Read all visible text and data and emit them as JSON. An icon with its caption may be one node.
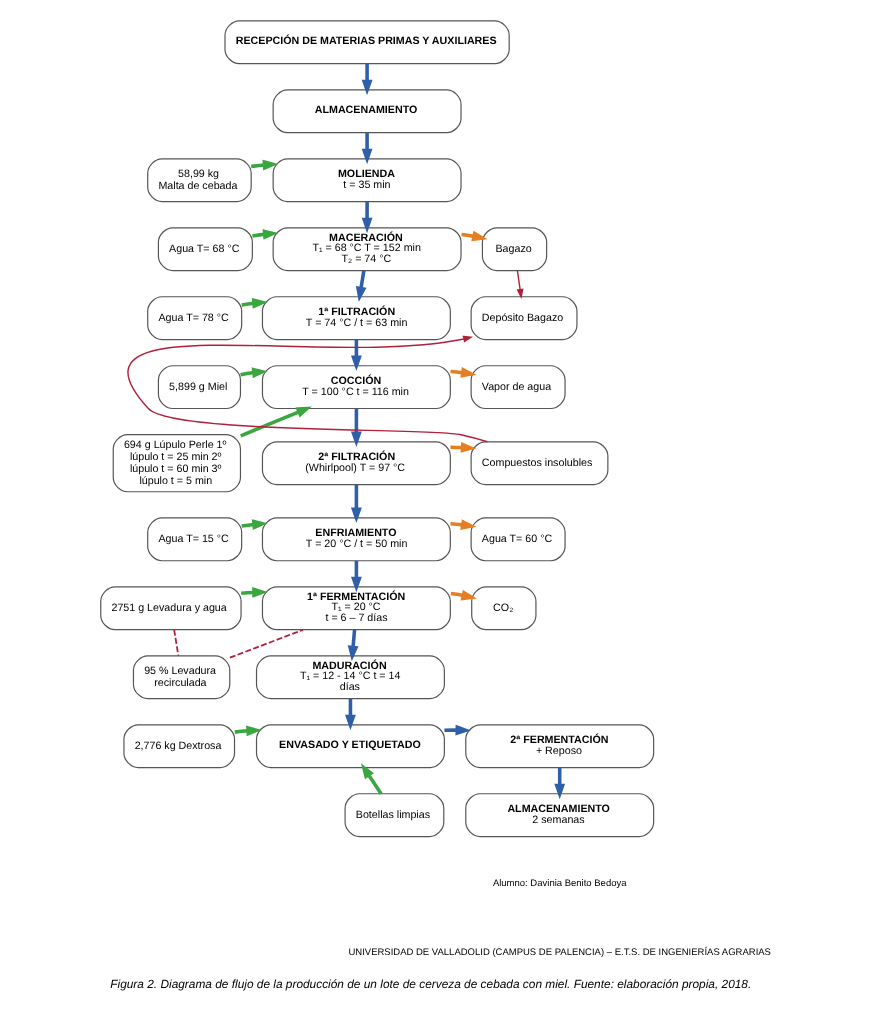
{
  "diagram": {
    "caption": "Figura 2. Diagrama de flujo de la producción de un lote de cerveza de cebada con miel. Fuente: elaboración propia, 2018.",
    "nodes": [
      {
        "text": [
          "RECEPCIÓN DE MATERIAS PRIMAS Y AUXILIARES"
        ]
      },
      {
        "text": [
          "ALMACENAMIENTO"
        ]
      },
      {
        "text": [
          "58,99 kg",
          "Malta de cebada"
        ]
      },
      {
        "text": [
          "MOLIENDA",
          "t = 35 min"
        ]
      },
      {
        "text": [
          "Agua T= 68 °C"
        ]
      },
      {
        "text": [
          "MACERACIÓN",
          "T₁ = 68 °C T = 152 min T₂ = 74 °C"
        ]
      },
      {
        "text": [
          "Bagazo"
        ]
      },
      {
        "text": [
          "Depósito Bagazo"
        ]
      },
      {
        "text": [
          "Agua T= 78 °C"
        ]
      },
      {
        "text": [
          "1ª FILTRACIÓN",
          "T = 74 °C / t = 63 min"
        ]
      },
      {
        "text": [
          "5,899 g Miel"
        ]
      },
      {
        "text": [
          "COCCIÓN",
          "T = 100 °C t = 116 min"
        ]
      },
      {
        "text": [
          "Vapor de agua"
        ]
      },
      {
        "text": [
          "694 g Lúpulo Perle 1º lúpulo t = 25 min 2º lúpulo t = 60 min 3º lúpulo t = 5 min"
        ]
      },
      {
        "text": [
          "2ª FILTRACIÓN",
          "(Whirlpool) T = 97 °C"
        ]
      },
      {
        "text": [
          "Compuestos insolubles"
        ]
      },
      {
        "text": [
          "Agua T= 15 °C"
        ]
      },
      {
        "text": [
          "ENFRIAMIENTO",
          "T = 20 °C / t = 50 min"
        ]
      },
      {
        "text": [
          "Agua T= 60 °C"
        ]
      },
      {
        "text": [
          "2751 g Levadura y agua"
        ]
      },
      {
        "text": [
          "1ª FERMENTACIÓN",
          "T₁ = 20 °C",
          "t = 6 – 7 días"
        ]
      },
      {
        "text": [
          "CO₂"
        ]
      },
      {
        "text": [
          "95 % Levadura recirculada"
        ]
      },
      {
        "text": [
          "MADURACIÓN",
          "T₁ = 12 - 14 °C t = 14 días"
        ]
      },
      {
        "text": [
          "2,776 kg Dextrosa"
        ]
      },
      {
        "text": [
          "ENVASADO Y ETIQUETADO"
        ]
      },
      {
        "text": [
          "Botellas limpias"
        ]
      },
      {
        "text": [
          "2ª FERMENTACIÓN",
          "+ Reposo"
        ]
      },
      {
        "text": [
          "ALMACENAMIENTO",
          "2 semanas"
        ]
      }
    ],
    "edges": [
      {
        "from": 0,
        "to": 1,
        "arrow": "to",
        "color": "#2f5fa8"
      },
      {
        "from": 1,
        "to": 3,
        "arrow": "to",
        "color": "#2f5fa8"
      },
      {
        "from": 2,
        "to": 3,
        "arrow": "to",
        "color": "#3aa640"
      },
      {
        "from": 3,
        "to": 5,
        "arrow": "to",
        "color": "#2f5fa8"
      },
      {
        "from": 4,
        "to": 5,
        "arrow": "to",
        "color": "#3aa640"
      },
      {
        "from": 5,
        "to": 6,
        "arrow": "to",
        "color": "#e67e22"
      },
      {
        "from": 6,
        "to": 7,
        "arrow": "to",
        "color": "#b0203a"
      },
      {
        "from": 15,
        "to": 7,
        "arrow": "to",
        "color": "#b0203a"
      },
      {
        "from": 5,
        "to": 9,
        "arrow": "to",
        "color": "#2f5fa8"
      },
      {
        "from": 8,
        "to": 9,
        "arrow": "to",
        "color": "#3aa640"
      },
      {
        "from": 9,
        "to": 11,
        "arrow": "to",
        "color": "#2f5fa8"
      },
      {
        "from": 10,
        "to": 11,
        "arrow": "to",
        "color": "#3aa640"
      },
      {
        "from": 13,
        "to": 11,
        "arrow": "to",
        "color": "#3aa640"
      },
      {
        "from": 11,
        "to": 12,
        "arrow": "to",
        "color": "#e67e22"
      },
      {
        "from": 11,
        "to": 14,
        "arrow": "to",
        "color": "#2f5fa8"
      },
      {
        "from": 14,
        "to": 15,
        "arrow": "to",
        "color": "#e67e22"
      },
      {
        "from": 14,
        "to": 17,
        "arrow": "to",
        "color": "#2f5fa8"
      },
      {
        "from": 16,
        "to": 17,
        "arrow": "to",
        "color": "#3aa640"
      },
      {
        "from": 17,
        "to": 18,
        "arrow": "to",
        "color": "#e67e22"
      },
      {
        "from": 17,
        "to": 20,
        "arrow": "to",
        "color": "#2f5fa8"
      },
      {
        "from": 19,
        "to": 20,
        "arrow": "to",
        "color": "#3aa640"
      },
      {
        "from": 20,
        "to": 21,
        "arrow": "to",
        "color": "#e67e22"
      },
      {
        "from": 19,
        "to": 22,
        "arrow": "none",
        "style": "dashed",
        "color": "#b0203a"
      },
      {
        "from": 22,
        "to": 20,
        "arrow": "none",
        "style": "dashed",
        "color": "#b0203a"
      },
      {
        "from": 20,
        "to": 23,
        "arrow": "to",
        "color": "#2f5fa8"
      },
      {
        "from": 23,
        "to": 25,
        "arrow": "to",
        "color": "#2f5fa8"
      },
      {
        "from": 24,
        "to": 25,
        "arrow": "to",
        "color": "#3aa640"
      },
      {
        "from": 26,
        "to": 25,
        "arrow": "to",
        "color": "#3aa640"
      },
      {
        "from": 25,
        "to": 27,
        "arrow": "to",
        "color": "#2f5fa8"
      },
      {
        "from": 27,
        "to": 28,
        "arrow": "to",
        "color": "#2f5fa8"
      }
    ],
    "labels": [
      "Alumno: Davinia Benito Bedoya",
      "UNIVERSIDAD DE VALLADOLID (CAMPUS DE PALENCIA) – E.T.S. DE INGENIERÍAS AGRARIAS"
    ]
  }
}
